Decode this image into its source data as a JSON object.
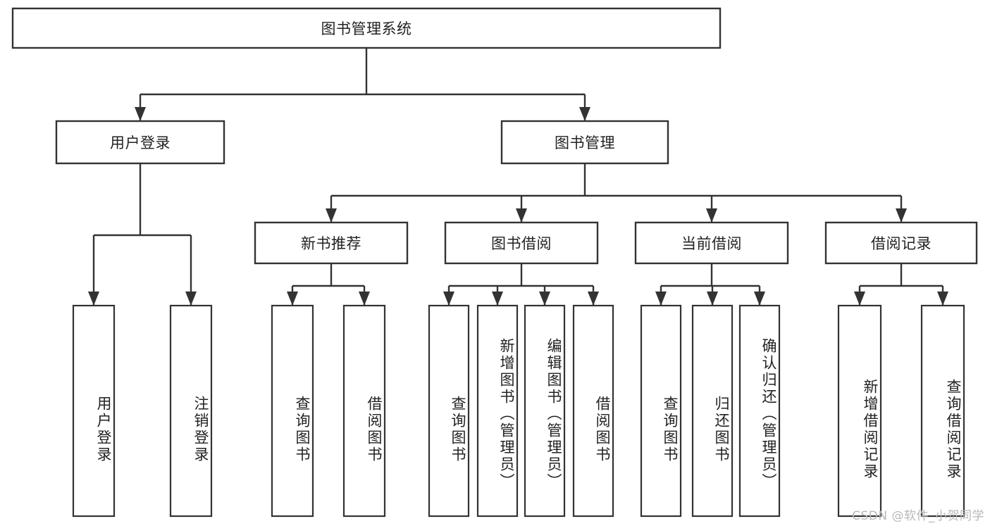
{
  "diagram": {
    "title": "图书管理系统",
    "type": "tree",
    "watermark": "CSDN @软件_小贺同学",
    "nodes": {
      "root": {
        "label": "图书管理系统",
        "level": 0,
        "orientation": "horizontal"
      },
      "user_login": {
        "label": "用户登录",
        "level": 1,
        "orientation": "horizontal"
      },
      "book_manage": {
        "label": "图书管理",
        "level": 1,
        "orientation": "horizontal"
      },
      "new_book_rec": {
        "label": "新书推荐",
        "level": 2,
        "orientation": "horizontal"
      },
      "book_borrow": {
        "label": "图书借阅",
        "level": 2,
        "orientation": "horizontal"
      },
      "current_borrow": {
        "label": "当前借阅",
        "level": 2,
        "orientation": "horizontal"
      },
      "borrow_record": {
        "label": "借阅记录",
        "level": 2,
        "orientation": "horizontal"
      },
      "leaf_user_login": {
        "label": "用户登录",
        "level": 3,
        "orientation": "vertical"
      },
      "leaf_logout": {
        "label": "注销登录",
        "level": 3,
        "orientation": "vertical"
      },
      "leaf_query_book_1": {
        "label": "查询图书",
        "level": 3,
        "orientation": "vertical"
      },
      "leaf_borrow_book_1": {
        "label": "借阅图书",
        "level": 3,
        "orientation": "vertical"
      },
      "leaf_query_book_2": {
        "label": "查询图书",
        "level": 3,
        "orientation": "vertical"
      },
      "leaf_add_book": {
        "label": "新增图书（管理员）",
        "level": 3,
        "orientation": "vertical"
      },
      "leaf_edit_book": {
        "label": "编辑图书（管理员）",
        "level": 3,
        "orientation": "vertical"
      },
      "leaf_borrow_book_2": {
        "label": "借阅图书",
        "level": 3,
        "orientation": "vertical"
      },
      "leaf_query_book_3": {
        "label": "查询图书",
        "level": 3,
        "orientation": "vertical"
      },
      "leaf_return_book": {
        "label": "归还图书",
        "level": 3,
        "orientation": "vertical"
      },
      "leaf_confirm_return": {
        "label": "确认归还（管理员）",
        "level": 3,
        "orientation": "vertical"
      },
      "leaf_add_record": {
        "label": "新增借阅记录",
        "level": 3,
        "orientation": "vertical"
      },
      "leaf_query_record": {
        "label": "查询借阅记录",
        "level": 3,
        "orientation": "vertical"
      }
    },
    "edges": [
      {
        "from": "root",
        "to": "user_login"
      },
      {
        "from": "root",
        "to": "book_manage"
      },
      {
        "from": "user_login",
        "to": "leaf_user_login"
      },
      {
        "from": "user_login",
        "to": "leaf_logout"
      },
      {
        "from": "book_manage",
        "to": "new_book_rec"
      },
      {
        "from": "book_manage",
        "to": "book_borrow"
      },
      {
        "from": "book_manage",
        "to": "current_borrow"
      },
      {
        "from": "book_manage",
        "to": "borrow_record"
      },
      {
        "from": "new_book_rec",
        "to": "leaf_query_book_1"
      },
      {
        "from": "new_book_rec",
        "to": "leaf_borrow_book_1"
      },
      {
        "from": "book_borrow",
        "to": "leaf_query_book_2"
      },
      {
        "from": "book_borrow",
        "to": "leaf_add_book"
      },
      {
        "from": "book_borrow",
        "to": "leaf_edit_book"
      },
      {
        "from": "book_borrow",
        "to": "leaf_borrow_book_2"
      },
      {
        "from": "current_borrow",
        "to": "leaf_query_book_3"
      },
      {
        "from": "current_borrow",
        "to": "leaf_return_book"
      },
      {
        "from": "current_borrow",
        "to": "leaf_confirm_return"
      },
      {
        "from": "borrow_record",
        "to": "leaf_add_record"
      },
      {
        "from": "borrow_record",
        "to": "leaf_query_record"
      }
    ],
    "colors": {
      "box_stroke": "#333333",
      "box_fill": "#ffffff",
      "text": "#222222",
      "background": "#ffffff",
      "watermark": "#b8b8b8"
    }
  }
}
